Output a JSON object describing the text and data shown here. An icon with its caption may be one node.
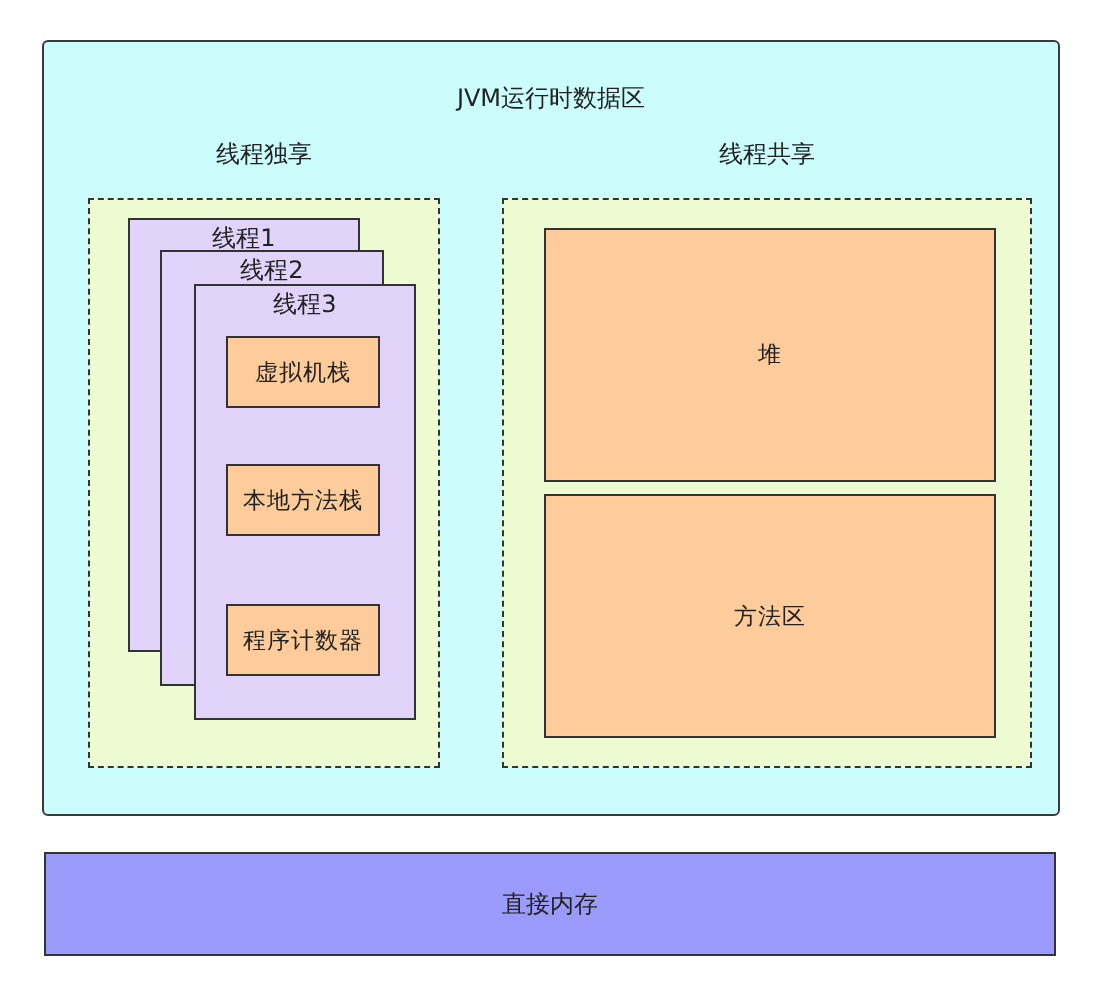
{
  "diagram": {
    "nodes": [
      {
        "text": [
          "JVM运行时数据区"
        ]
      },
      {
        "text": [
          "线程独享"
        ],
        "in": 0
      },
      {
        "text": [
          "线程1"
        ],
        "in": 1
      },
      {
        "text": [
          "线程2"
        ],
        "in": 1
      },
      {
        "text": [
          "线程3"
        ],
        "in": 1
      },
      {
        "text": [
          "虚拟机栈"
        ]
      },
      {
        "text": [
          "本地方法栈"
        ]
      },
      {
        "text": [
          "程序计数器"
        ]
      },
      {
        "text": [
          "线程共享"
        ],
        "in": 0
      },
      {
        "text": [
          "堆"
        ],
        "in": 8
      },
      {
        "text": [
          "方法区"
        ],
        "in": 8
      },
      {
        "text": [
          "直接内存"
        ]
      }
    ]
  }
}
